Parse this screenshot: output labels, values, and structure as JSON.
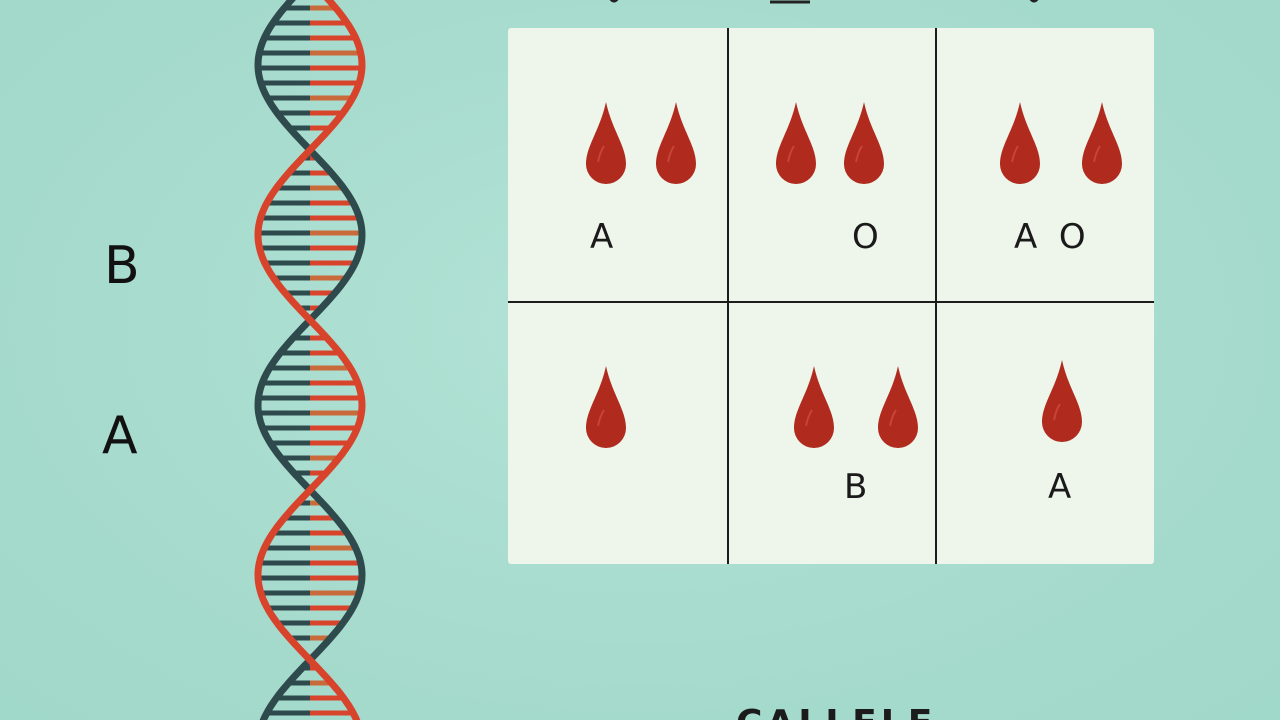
{
  "side_labels": {
    "upper": "B",
    "lower": "A"
  },
  "grid": {
    "rows": [
      [
        {
          "drops": 2,
          "label": "A"
        },
        {
          "drops": 2,
          "label": "O"
        },
        {
          "drops": 2,
          "label": "A  O"
        }
      ],
      [
        {
          "drops": 1,
          "label": ""
        },
        {
          "drops": 2,
          "label": "B"
        },
        {
          "drops": 1,
          "label": "A"
        }
      ]
    ]
  },
  "bottom_partial_text": "CALLELE",
  "colors": {
    "background": "#a9ddd0",
    "grid_background": "#eef5ea",
    "drop_red": "#b02a1e",
    "dna_red": "#d8432c",
    "dna_dark": "#2e4a4c"
  },
  "icons": [
    "dna-helix-icon",
    "blood-drop-icon"
  ]
}
